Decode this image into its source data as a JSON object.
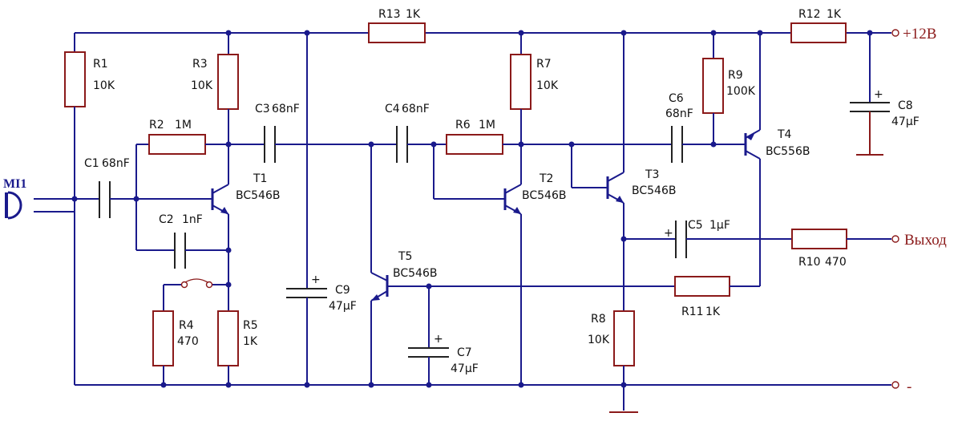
{
  "terminals": {
    "vplus": "+12В",
    "out": "Выход",
    "minus": "-"
  },
  "microphone": {
    "label": "МІ1"
  },
  "components": {
    "r1": {
      "name": "R1",
      "value": "10K"
    },
    "r2": {
      "name": "R2",
      "value": "1M"
    },
    "r3": {
      "name": "R3",
      "value": "10K"
    },
    "r4": {
      "name": "R4",
      "value": "470"
    },
    "r5": {
      "name": "R5",
      "value": "1K"
    },
    "r6": {
      "name": "R6",
      "value": "1M"
    },
    "r7": {
      "name": "R7",
      "value": "10K"
    },
    "r8": {
      "name": "R8",
      "value": "10K"
    },
    "r9": {
      "name": "R9",
      "value": "100K"
    },
    "r10": {
      "name": "R10",
      "value": "470"
    },
    "r11": {
      "name": "R11",
      "value": "1K"
    },
    "r12": {
      "name": "R12",
      "value": "1K"
    },
    "r13": {
      "name": "R13",
      "value": "1K"
    },
    "c1": {
      "name": "C1",
      "value": "68nF"
    },
    "c2": {
      "name": "C2",
      "value": "1nF"
    },
    "c3": {
      "name": "C3",
      "value": "68nF"
    },
    "c4": {
      "name": "C4",
      "value": "68nF"
    },
    "c5": {
      "name": "C5",
      "value": "1μF"
    },
    "c6": {
      "name": "C6",
      "value": "68nF"
    },
    "c7": {
      "name": "C7",
      "value": "47μF"
    },
    "c8": {
      "name": "C8",
      "value": "47μF"
    },
    "c9": {
      "name": "C9",
      "value": "47μF"
    },
    "t1": {
      "name": "T1",
      "type": "BC546B"
    },
    "t2": {
      "name": "T2",
      "type": "BC546B"
    },
    "t3": {
      "name": "T3",
      "type": "BC546B"
    },
    "t4": {
      "name": "T4",
      "type": "BC556B"
    },
    "t5": {
      "name": "T5",
      "type": "BC546B"
    }
  },
  "polarity_mark": "+",
  "colors": {
    "wire": "#1a1a8c",
    "resistor": "#8b1a1a",
    "capacitor": "#222222",
    "terminal_text": "#8b1a1a"
  }
}
